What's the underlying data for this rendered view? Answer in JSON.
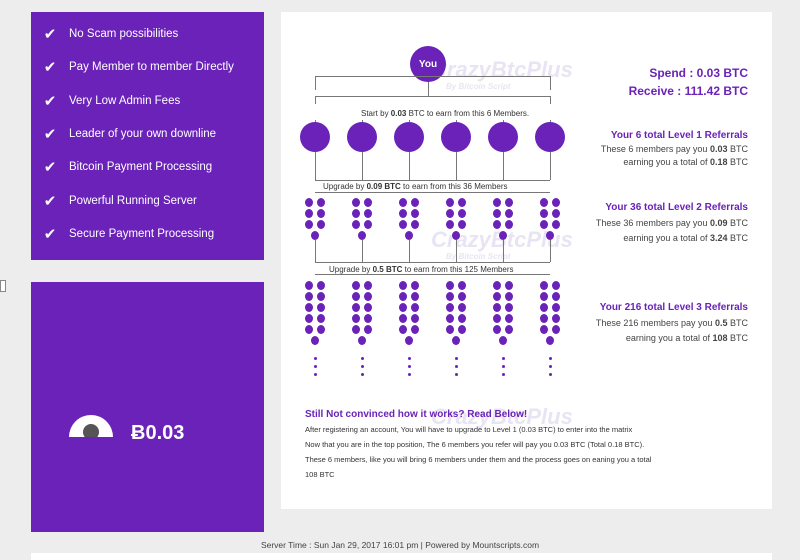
{
  "features": [
    {
      "icon": "check-icon",
      "label": "No Scam possibilities"
    },
    {
      "icon": "check-icon",
      "label": "Pay Member to member Directly"
    },
    {
      "icon": "check-icon",
      "label": "Very Low Admin Fees"
    },
    {
      "icon": "check-icon",
      "label": "Leader of your own downline"
    },
    {
      "icon": "check-icon",
      "label": "Bitcoin Payment Processing"
    },
    {
      "icon": "check-icon",
      "label": "Powerful Running Server"
    },
    {
      "icon": "check-icon",
      "label": "Secure Payment Processing"
    }
  ],
  "price": {
    "amount": "Ƀ0.03",
    "icon": "gauge-icon"
  },
  "matrix": {
    "you_label": "You",
    "watermark": "CrazyBtcPlus",
    "watermark_sub": "By Bitcoin Script",
    "spend": "Spend : 0.03 BTC",
    "receive": "Receive : 111.42 BTC",
    "level1_caption_pre": "Start by ",
    "level1_caption_bold": "0.03",
    "level1_caption_post": " BTC to earn from this 6 Members.",
    "level2_caption_pre": "Upgrade by ",
    "level2_caption_bold": "0.09 BTC",
    "level2_caption_post": " to earn from this 36 Members",
    "level3_caption_pre": "Upgrade by ",
    "level3_caption_bold": "0.5 BTC",
    "level3_caption_post": " to earn from this 125 Members",
    "levels": [
      {
        "title": "Your 6 total Level 1 Referrals",
        "line1_pre": "These 6 members pay you ",
        "line1_bold": "0.03",
        "line1_post": " BTC",
        "line2_pre": "earning you a total of ",
        "line2_bold": "0.18",
        "line2_post": " BTC"
      },
      {
        "title": "Your 36 total Level 2 Referrals",
        "line1_pre": "These 36 members pay you ",
        "line1_bold": "0.09",
        "line1_post": " BTC",
        "line2_pre": "earning you a total of ",
        "line2_bold": "3.24",
        "line2_post": " BTC"
      },
      {
        "title": "Your 216 total Level 3 Referrals",
        "line1_pre": "These 216 members pay you ",
        "line1_bold": "0.5",
        "line1_post": " BTC",
        "line2_pre": "earning you a total of ",
        "line2_bold": "108",
        "line2_post": " BTC"
      }
    ]
  },
  "explain": {
    "heading": "Still Not convinced how it works? Read Below!",
    "lines": [
      "After registering an account, You will have to upgrade to Level 1 (0.03 BTC) to enter into the matrix",
      "Now that you are in the top position, The 6 members you refer will pay you 0.03 BTC (Total 0.18 BTC).",
      "These 6 members, like you will bring 6 members under them and the process goes on eaning you a total",
      "108 BTC"
    ]
  },
  "footer": "Server Time : Sun Jan 29, 2017 16:01 pm | Powered by Mountscripts.com",
  "colors": {
    "brand": "#6a22b8",
    "background": "#ededed"
  }
}
